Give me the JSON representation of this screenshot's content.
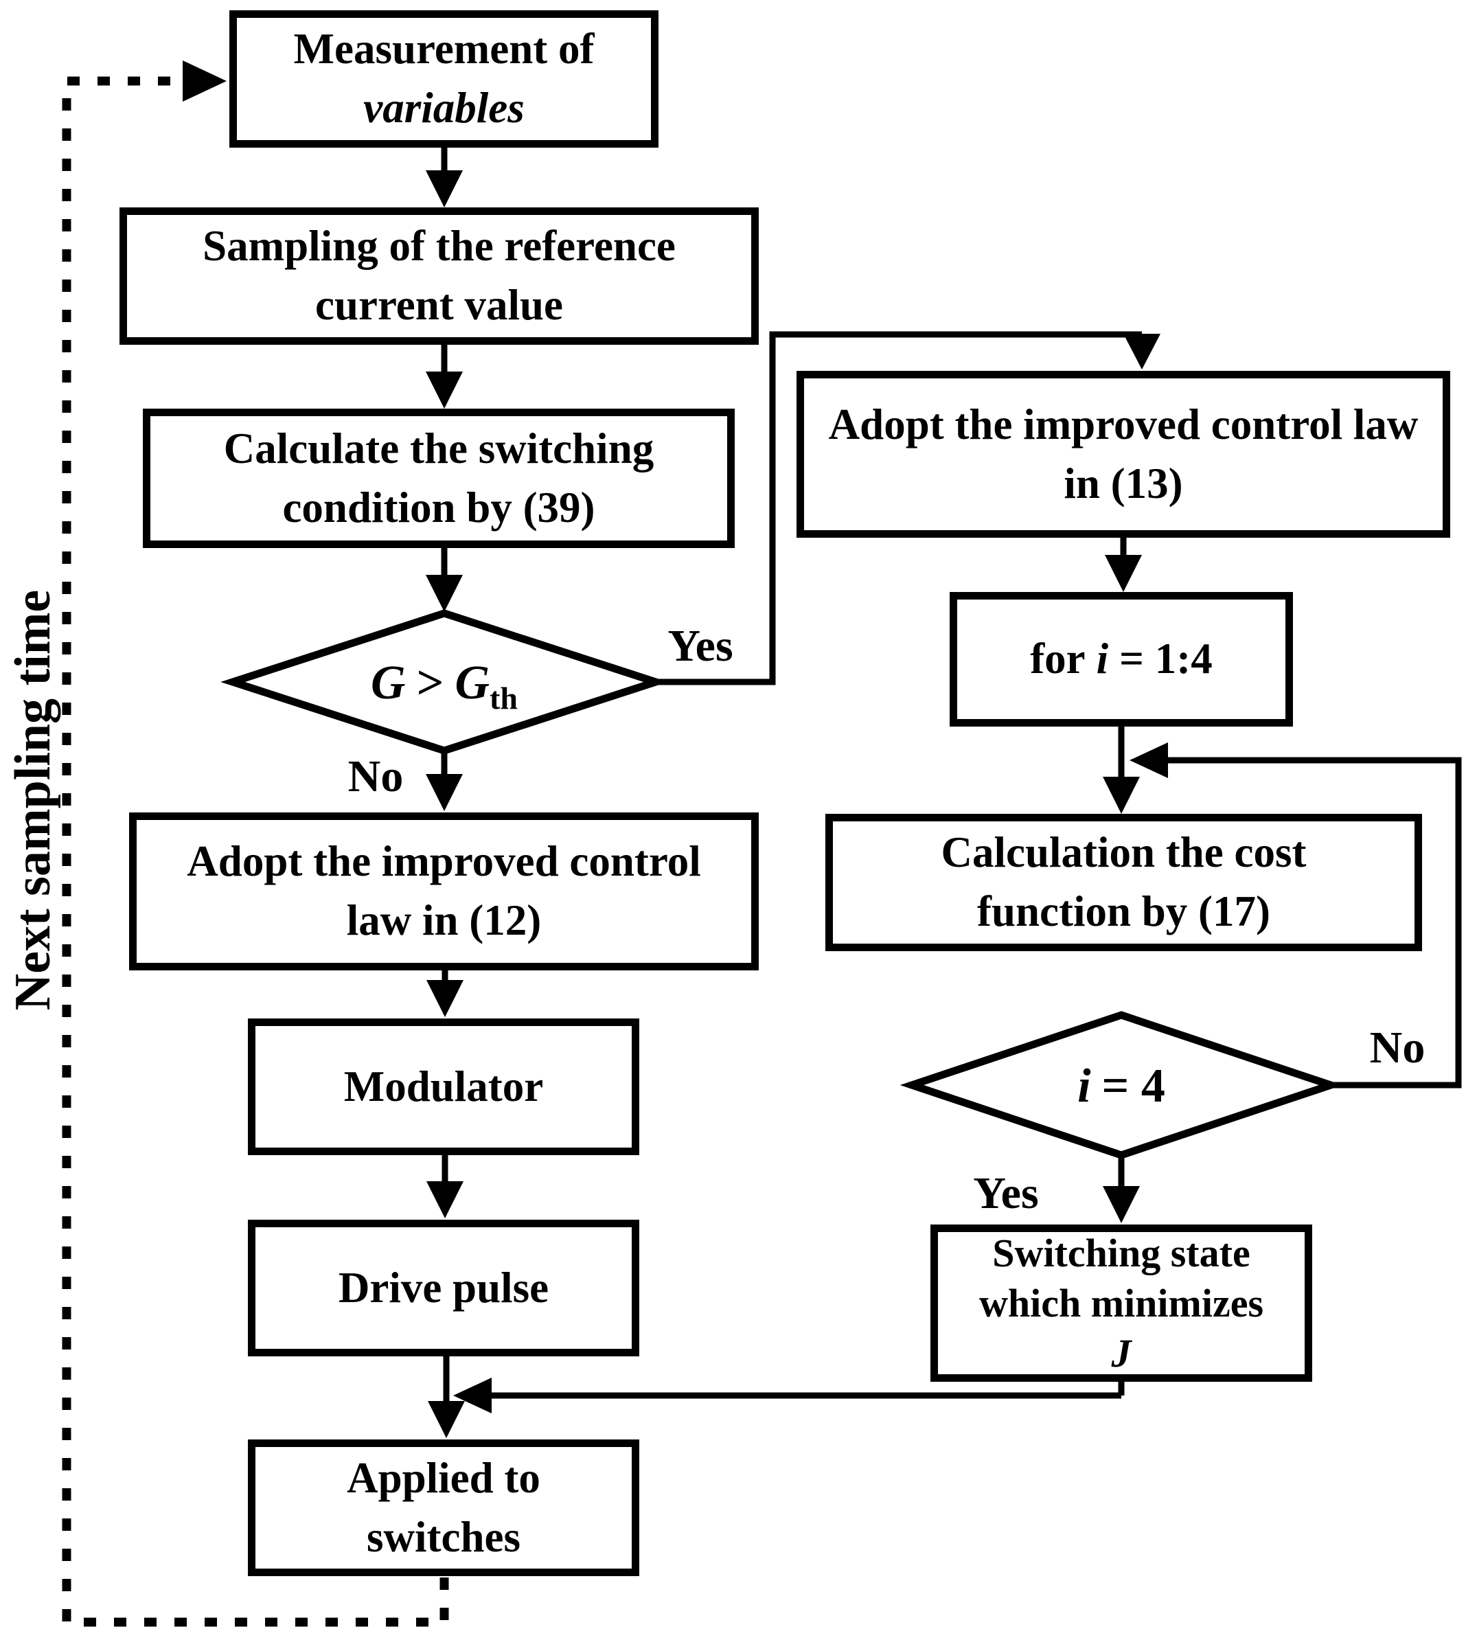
{
  "flowchart": {
    "nodes": {
      "measurement": {
        "line1": "Measurement of",
        "line2": "variables"
      },
      "sampling": {
        "line1": "Sampling of the reference",
        "line2": "current value"
      },
      "calculate": {
        "line1": "Calculate the switching",
        "line2": "condition by (39)"
      },
      "decision_g": {
        "lhs": "G",
        "op": ">",
        "rhs": "G",
        "rhs_sub": "th"
      },
      "adopt12": {
        "line1": "Adopt the improved control",
        "line2": "law in (12)"
      },
      "modulator": {
        "label": "Modulator"
      },
      "drive_pulse": {
        "label": "Drive pulse"
      },
      "applied": {
        "line1": "Applied to",
        "line2": "switches"
      },
      "adopt13": {
        "line1": "Adopt the improved control law",
        "line2": "in (13)"
      },
      "for_loop": {
        "pre": "for",
        "var": "i",
        "post": "= 1:4"
      },
      "cost": {
        "line1": "Calculation the cost",
        "line2": "function by (17)"
      },
      "decision_i": {
        "var": "i",
        "post": "= 4"
      },
      "switching_state": {
        "line1": "Switching state",
        "line2": "which minimizes",
        "line3": "J"
      }
    },
    "edge_labels": {
      "yes_left": "Yes",
      "no_left": "No",
      "no_right": "No",
      "yes_right": "Yes"
    },
    "side_label": "Next sampling time",
    "colors": {
      "ink": "#000000",
      "paper": "#ffffff"
    }
  }
}
